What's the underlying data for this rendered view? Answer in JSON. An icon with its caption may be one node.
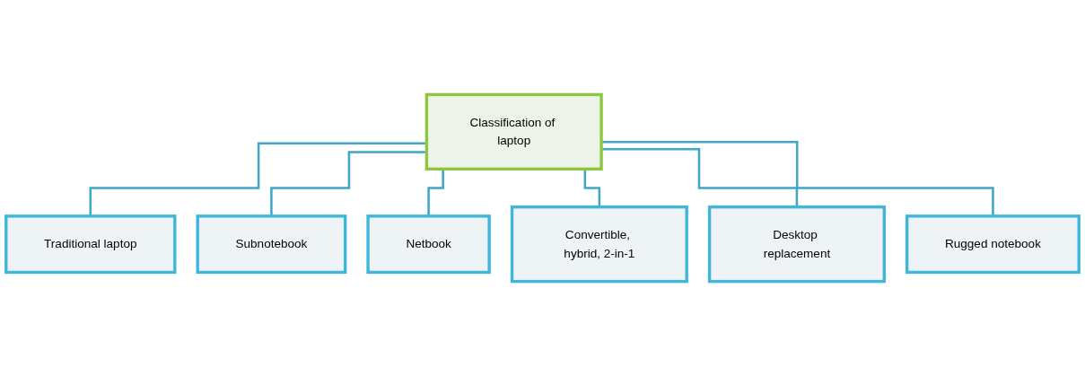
{
  "diagram": {
    "nodes": [
      {
        "text": [
          "Classification of laptop"
        ]
      },
      {
        "text": [
          "Traditional laptop"
        ]
      },
      {
        "text": [
          "Subnotebook"
        ]
      },
      {
        "text": [
          "Netbook"
        ]
      },
      {
        "text": [
          "Convertible, hybrid, 2-in-1"
        ]
      },
      {
        "text": [
          "Desktop replacement"
        ]
      },
      {
        "text": [
          "Rugged notebook"
        ]
      }
    ],
    "edges": [
      {
        "from": 0,
        "to": 1,
        "arrow": "none"
      },
      {
        "from": 0,
        "to": 2,
        "arrow": "none"
      },
      {
        "from": 0,
        "to": 3,
        "arrow": "none"
      },
      {
        "from": 0,
        "to": 4,
        "arrow": "none"
      },
      {
        "from": 0,
        "to": 5,
        "arrow": "none"
      },
      {
        "from": 0,
        "to": 6,
        "arrow": "none"
      }
    ]
  }
}
